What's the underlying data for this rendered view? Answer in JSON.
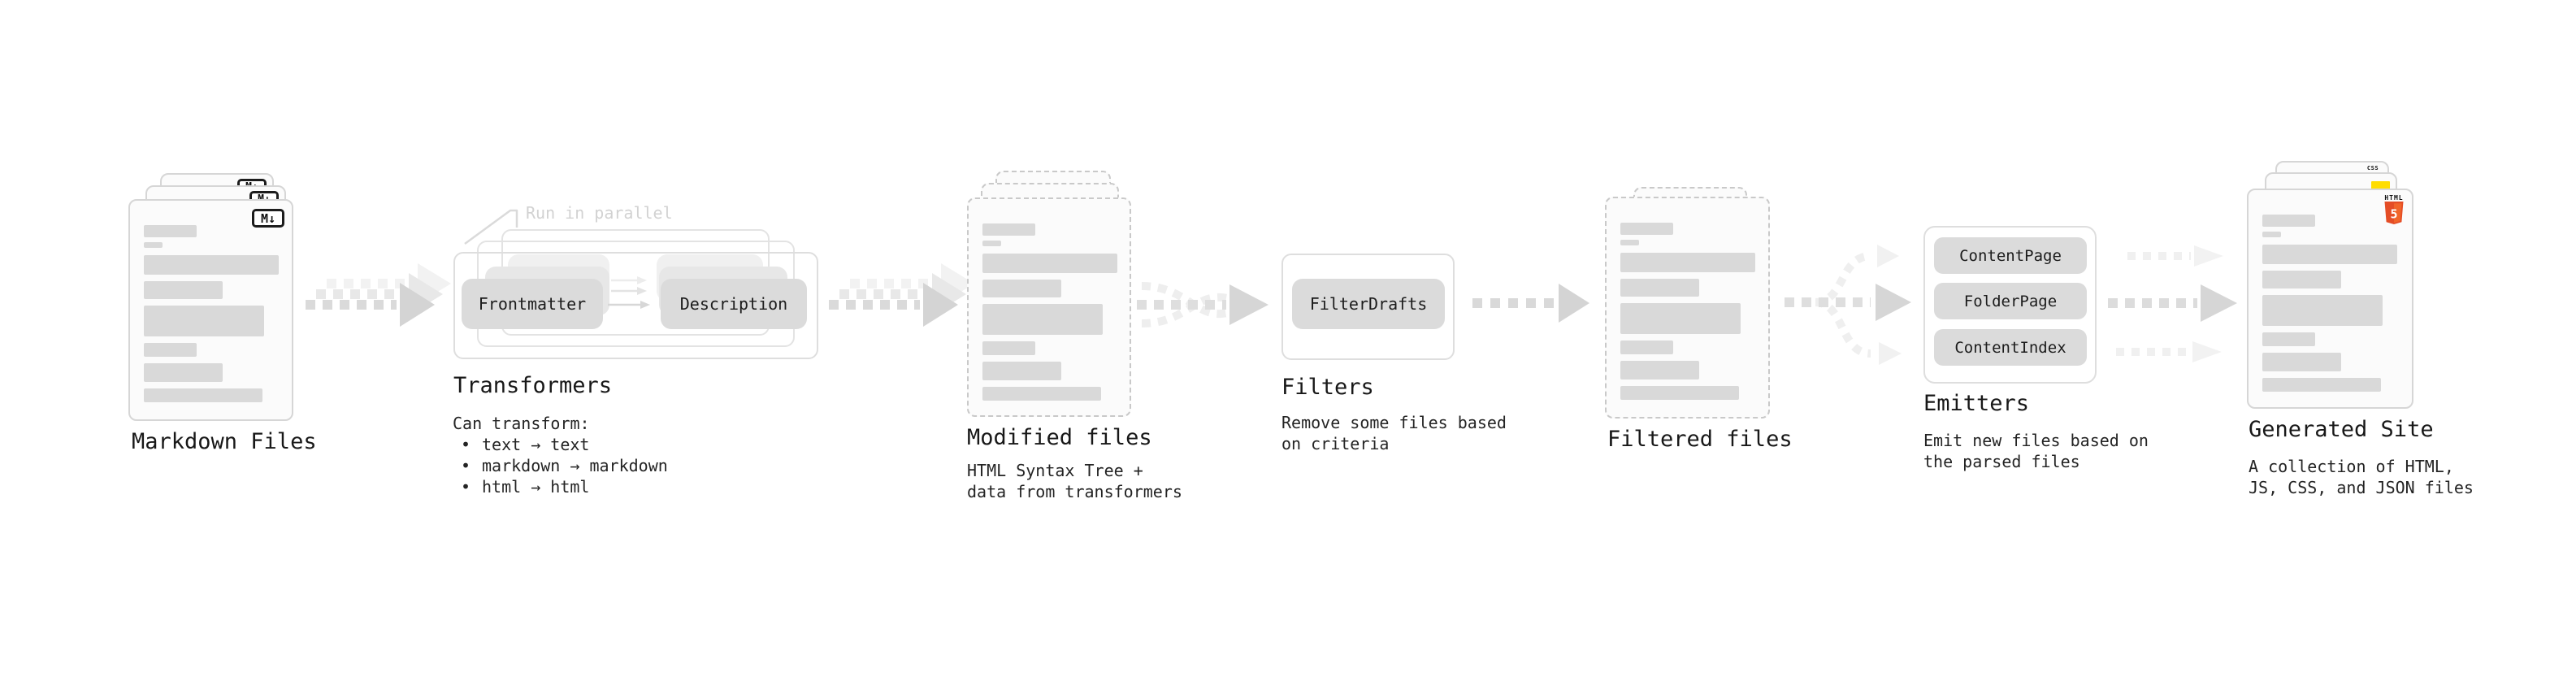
{
  "colors": {
    "html5_orange": "#e44d26",
    "html5_orange_light": "#f16529",
    "js_yellow": "#ffdd00",
    "css_blue": "#2e6de4",
    "chip_gray": "#dbdbdb",
    "placeholder_gray": "#d9d9d9"
  },
  "stages": {
    "markdown_files": {
      "label": "Markdown Files",
      "badge": "M↓"
    },
    "transformers": {
      "label": "Transformers",
      "parallel_note": "Run in parallel",
      "chips": [
        "Frontmatter",
        "Description"
      ],
      "desc_heading": "Can transform:",
      "bullet_char": "•",
      "bullets": [
        "text → text",
        "markdown → markdown",
        "html → html"
      ]
    },
    "modified_files": {
      "label": "Modified files",
      "desc": [
        "HTML Syntax Tree +",
        "data from transformers"
      ]
    },
    "filters": {
      "label": "Filters",
      "chips": [
        "FilterDrafts"
      ],
      "desc": [
        "Remove some files based",
        "on criteria"
      ]
    },
    "filtered_files": {
      "label": "Filtered files"
    },
    "emitters": {
      "label": "Emitters",
      "chips": [
        "ContentPage",
        "FolderPage",
        "ContentIndex"
      ],
      "desc": [
        "Emit new files based on",
        "the parsed files"
      ]
    },
    "generated_site": {
      "label": "Generated Site",
      "desc": [
        "A collection of HTML,",
        "JS, CSS, and JSON files"
      ],
      "css_badge": "CSS",
      "html_logo": {
        "text": "HTML",
        "number": "5"
      }
    }
  }
}
